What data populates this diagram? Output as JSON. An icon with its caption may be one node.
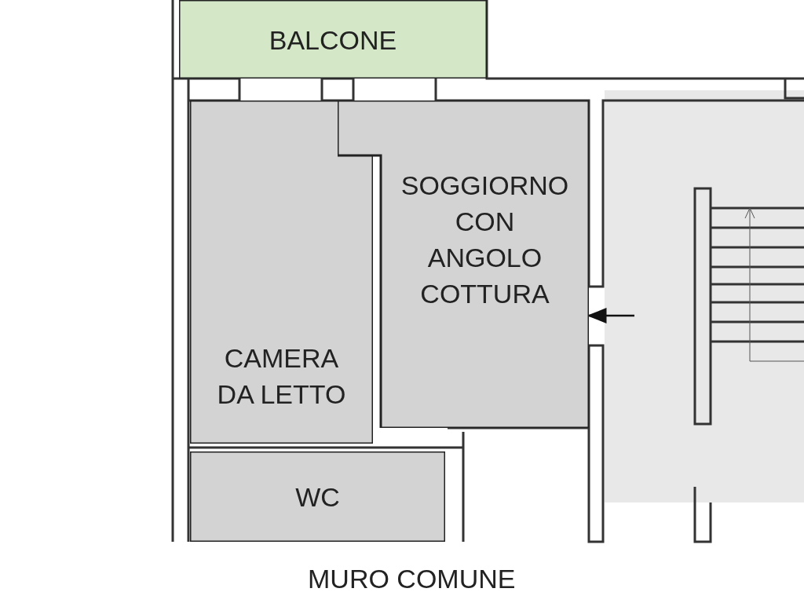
{
  "diagram": {
    "nodes": [
      {
        "text": [
          "BALCONE"
        ]
      },
      {
        "text": [
          "CAMERA DA LETTO"
        ]
      },
      {
        "text": [
          "SOGGIORNO CON ANGOLO COTTURA"
        ]
      },
      {
        "text": [
          "WC"
        ]
      }
    ],
    "edges": [
      {
        "from": null,
        "to": 2,
        "arrow": "to"
      }
    ],
    "labels": [
      "MURO COMUNE"
    ]
  }
}
